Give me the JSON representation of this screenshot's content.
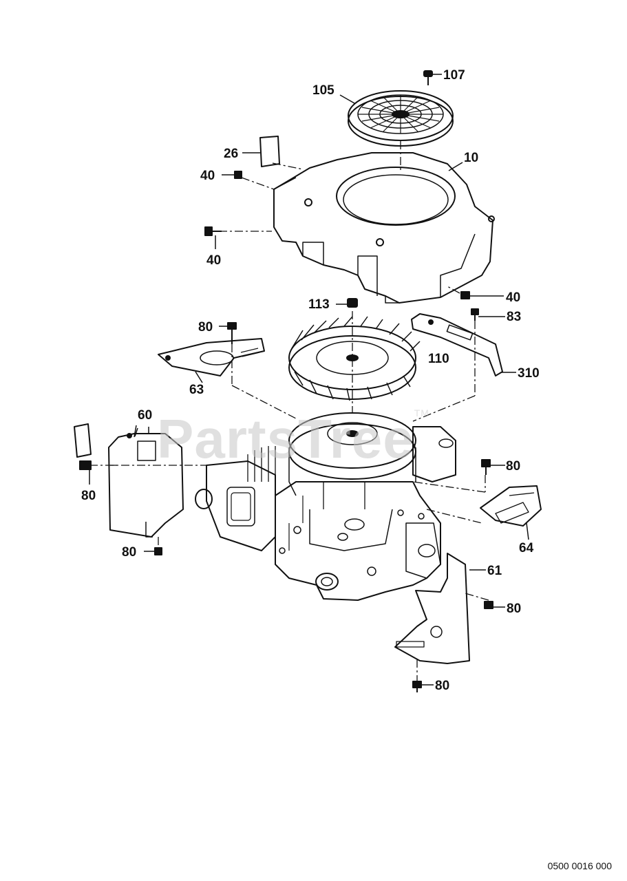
{
  "watermark": {
    "text": "PartsTree",
    "mark": "TM"
  },
  "drawing_number": "0500 0016 000",
  "callouts": {
    "c107": "107",
    "c105": "105",
    "c26": "26",
    "c10": "10",
    "c40a": "40",
    "c40b": "40",
    "c40c": "40",
    "c113": "113",
    "c80a": "80",
    "c83": "83",
    "c110": "110",
    "c310": "310",
    "c63": "63",
    "c60": "60",
    "c80b": "80",
    "c80c": "80",
    "c80d": "80",
    "c64": "64",
    "c61": "61",
    "c80e": "80",
    "c80f": "80"
  }
}
